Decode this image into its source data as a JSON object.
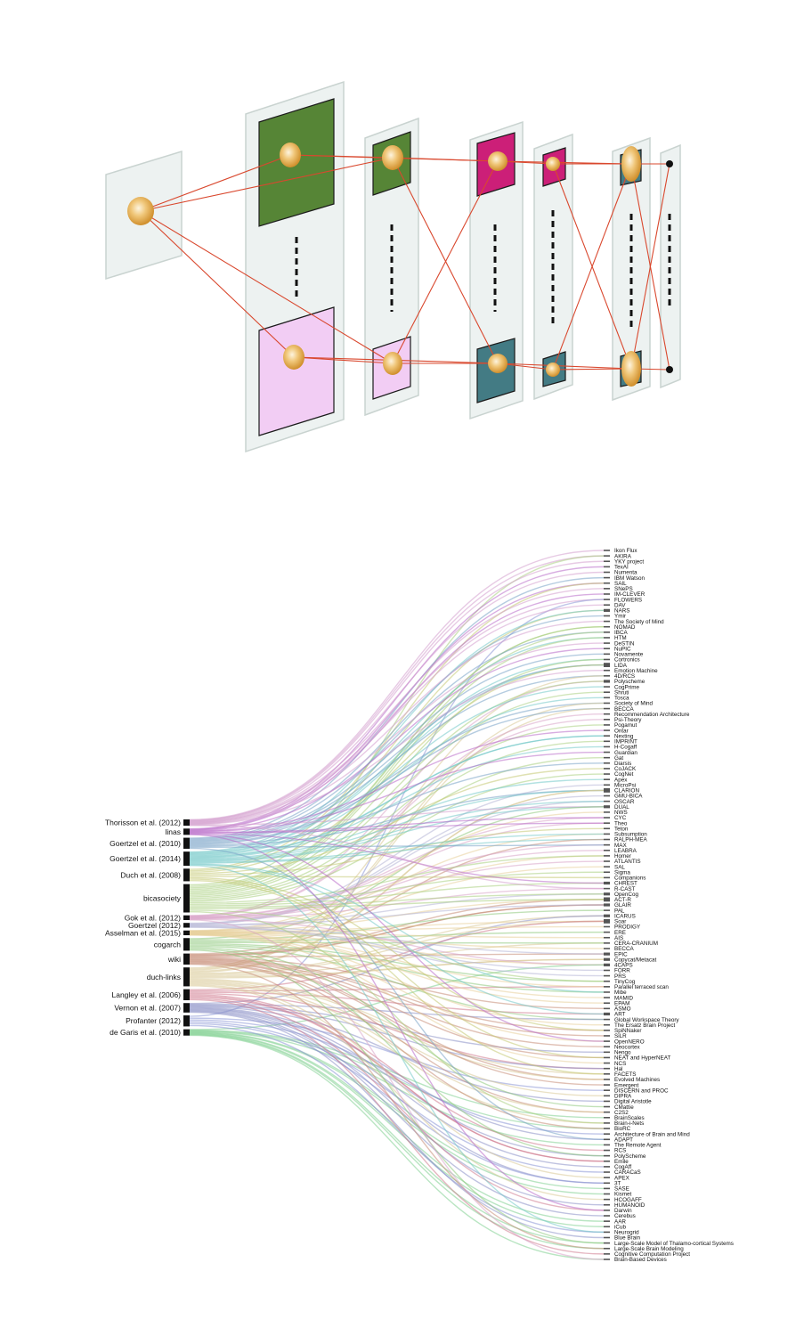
{
  "network": {
    "layer_colors": {
      "green": "#568536",
      "pink": "#f2cdf4",
      "magenta": "#cc1f78",
      "teal": "#437b84",
      "panel": "#edf2f1",
      "edge": "#d9482e",
      "node_light": "#fdf4df",
      "node_dark": "#d89b34"
    },
    "layers": [
      {
        "id": "input",
        "maps": 1
      },
      {
        "id": "conv1",
        "maps": 2,
        "colors": [
          "green",
          "pink"
        ]
      },
      {
        "id": "pool1",
        "maps": 2,
        "colors": [
          "green",
          "pink"
        ]
      },
      {
        "id": "conv2",
        "maps": 2,
        "colors": [
          "magenta",
          "teal"
        ]
      },
      {
        "id": "pool2",
        "maps": 2,
        "colors": [
          "magenta",
          "teal"
        ]
      },
      {
        "id": "fc",
        "maps": 2,
        "colors": [
          "teal",
          "teal"
        ]
      },
      {
        "id": "output",
        "maps": 2
      }
    ]
  },
  "flow": {
    "sources": [
      {
        "label": "Thorisson et al. (2012)",
        "color": "#d49fce",
        "weight": 4
      },
      {
        "label": "linas",
        "color": "#b86ac8",
        "weight": 4
      },
      {
        "label": "Goertzel et al. (2010)",
        "color": "#79a3c7",
        "weight": 7
      },
      {
        "label": "Goertzel et al. (2014)",
        "color": "#72c8c8",
        "weight": 9
      },
      {
        "label": "Duch et al. (2008)",
        "color": "#c4c873",
        "weight": 8
      },
      {
        "label": "bicasociety",
        "color": "#a9cf80",
        "weight": 18
      },
      {
        "label": "Gok et al. (2012)",
        "color": "#d8a4c9",
        "weight": 3
      },
      {
        "label": "Goertzel (2012)",
        "color": "#b5b5d6",
        "weight": 3
      },
      {
        "label": "Asselman et al. (2015)",
        "color": "#e8cf9a",
        "weight": 3
      },
      {
        "label": "cogarch",
        "color": "#8ec97b",
        "weight": 8
      },
      {
        "label": "wiki",
        "color": "#c78d76",
        "weight": 7
      },
      {
        "label": "duch-links",
        "color": "#d9c895",
        "weight": 12
      },
      {
        "label": "Langley et al. (2006)",
        "color": "#cf7a8e",
        "weight": 7
      },
      {
        "label": "Vernon et al. (2007)",
        "color": "#8a8fc6",
        "weight": 6
      },
      {
        "label": "Profanter (2012)",
        "color": "#8a95d6",
        "weight": 7
      },
      {
        "label": "de Garis et al. (2010)",
        "color": "#7fcf8f",
        "weight": 4
      }
    ],
    "targets": [
      "Ikon Flux",
      "AKIRA",
      "YKY project",
      "TexAI",
      "Numenta",
      "IBM Watson",
      "SAIL",
      "SNePS",
      "IM-CLEVER",
      "FLOWERS",
      "DAV",
      "NARS",
      "Ymir",
      "The Society of Mind",
      "NOMAD",
      "IBCA",
      "HTM",
      "DeSTIN",
      "NuPIC",
      "Novamente",
      "Cortronics",
      "LIDA",
      "Emotion Machine",
      "4D/RCS",
      "Polyscheme",
      "CogPrime",
      "Shruti",
      "Tosca",
      "Society of Mind",
      "BECCA",
      "Recommendation Architecture",
      "Psi-Theory",
      "Pogamut",
      "Ontar",
      "Nexting",
      "IMPRINT",
      "H-Cogaff",
      "Guardian",
      "Gat",
      "Diarsis",
      "CoJACK",
      "CogNet",
      "Apex",
      "MicroPsi",
      "CLARION",
      "GMU-BICA",
      "OSCAR",
      "DUAL",
      "NWS",
      "CYC",
      "Theo",
      "Teton",
      "Subsumption",
      "RALPH-MEA",
      "MAX",
      "LEABRA",
      "Homer",
      "ATLANTIS",
      "SAL",
      "Sigma",
      "Companions",
      "CHREST",
      "R-CAST",
      "OpenCog",
      "ACT-R",
      "GLAIR",
      "PAL",
      "ICARUS",
      "Soar",
      "PRODIGY",
      "ERE",
      "AIS",
      "CERA-CRANIUM",
      "BECCA",
      "EPIC",
      "Copycat/Metacat",
      "4CAPS",
      "FORR",
      "PRS",
      "TinyCog",
      "Parallel terraced scan",
      "Mibe",
      "MAMID",
      "EPAM",
      "ASMO",
      "ART",
      "Global Workspace Theory",
      "The Ersatz Brain Project",
      "SpiNNaker",
      "SiLR",
      "OpenNERO",
      "Neocortex",
      "Nengo",
      "NEAT and HyperNEAT",
      "NCS",
      "Hal",
      "FACETS",
      "Evolved Machines",
      "Emergent",
      "DISCERN and PROC",
      "DIPRA",
      "Digital Aristotle",
      "CMattie",
      "C2S2",
      "BrainScales",
      "Brain-i-Nets",
      "BioRC",
      "Architecture of Brain and Mind",
      "ADAPT",
      "The Remote Agent",
      "RCS",
      "PolyScheme",
      "Emile",
      "CogAff",
      "CARACaS",
      "APEX",
      "3T",
      "SASE",
      "Kismet",
      "HCOGAFF",
      "HUMANOID",
      "Darwin",
      "Cerebus",
      "AAR",
      "iCub",
      "Neurogrid",
      "Blue Brain",
      "Large-Scale Model of Thalamo-cortical Systems",
      "Large-Scale Brain Modeling",
      "Cognitive Computation Project",
      "Brain-Based Devices"
    ],
    "target_weights": {
      "LIDA": 3,
      "CLARION": 3,
      "DUAL": 2,
      "OpenCog": 2,
      "ACT-R": 3,
      "GLAIR": 2,
      "ICARUS": 2,
      "Soar": 3,
      "EPIC": 2,
      "Copycat/Metacat": 2,
      "ART": 2,
      "NARS": 2,
      "CHREST": 2,
      "4CAPS": 2,
      "Polyscheme": 2
    }
  }
}
